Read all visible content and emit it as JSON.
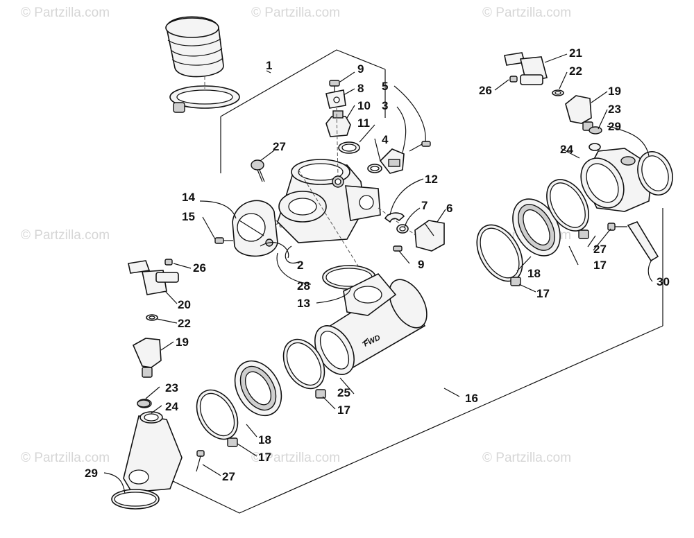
{
  "watermark": {
    "brand": "© Partzilla.com",
    "center": "Partzilla.com"
  },
  "diagram": {
    "fwd_mark": "FWD",
    "callouts": {
      "c1": "1",
      "c2": "2",
      "c3": "3",
      "c4": "4",
      "c5": "5",
      "c6": "6",
      "c7": "7",
      "c8": "8",
      "c9_top": "9",
      "c9_bottom": "9",
      "c10": "10",
      "c11": "11",
      "c12": "12",
      "c13": "13",
      "c14": "14",
      "c15": "15",
      "c16": "16",
      "c17_left": "17",
      "c17_mid": "17",
      "c17_right_low": "17",
      "c17_right_high": "17",
      "c18_left": "18",
      "c18_right": "18",
      "c19_left": "19",
      "c19_right": "19",
      "c20": "20",
      "c21": "21",
      "c22_left": "22",
      "c22_right": "22",
      "c23_left": "23",
      "c23_right": "23",
      "c24_left": "24",
      "c24_right": "24",
      "c25": "25",
      "c26_left": "26",
      "c26_right": "26",
      "c27_top": "27",
      "c27_left": "27",
      "c27_right": "27",
      "c28": "28",
      "c29_left": "29",
      "c29_right": "29",
      "c30": "30"
    }
  }
}
